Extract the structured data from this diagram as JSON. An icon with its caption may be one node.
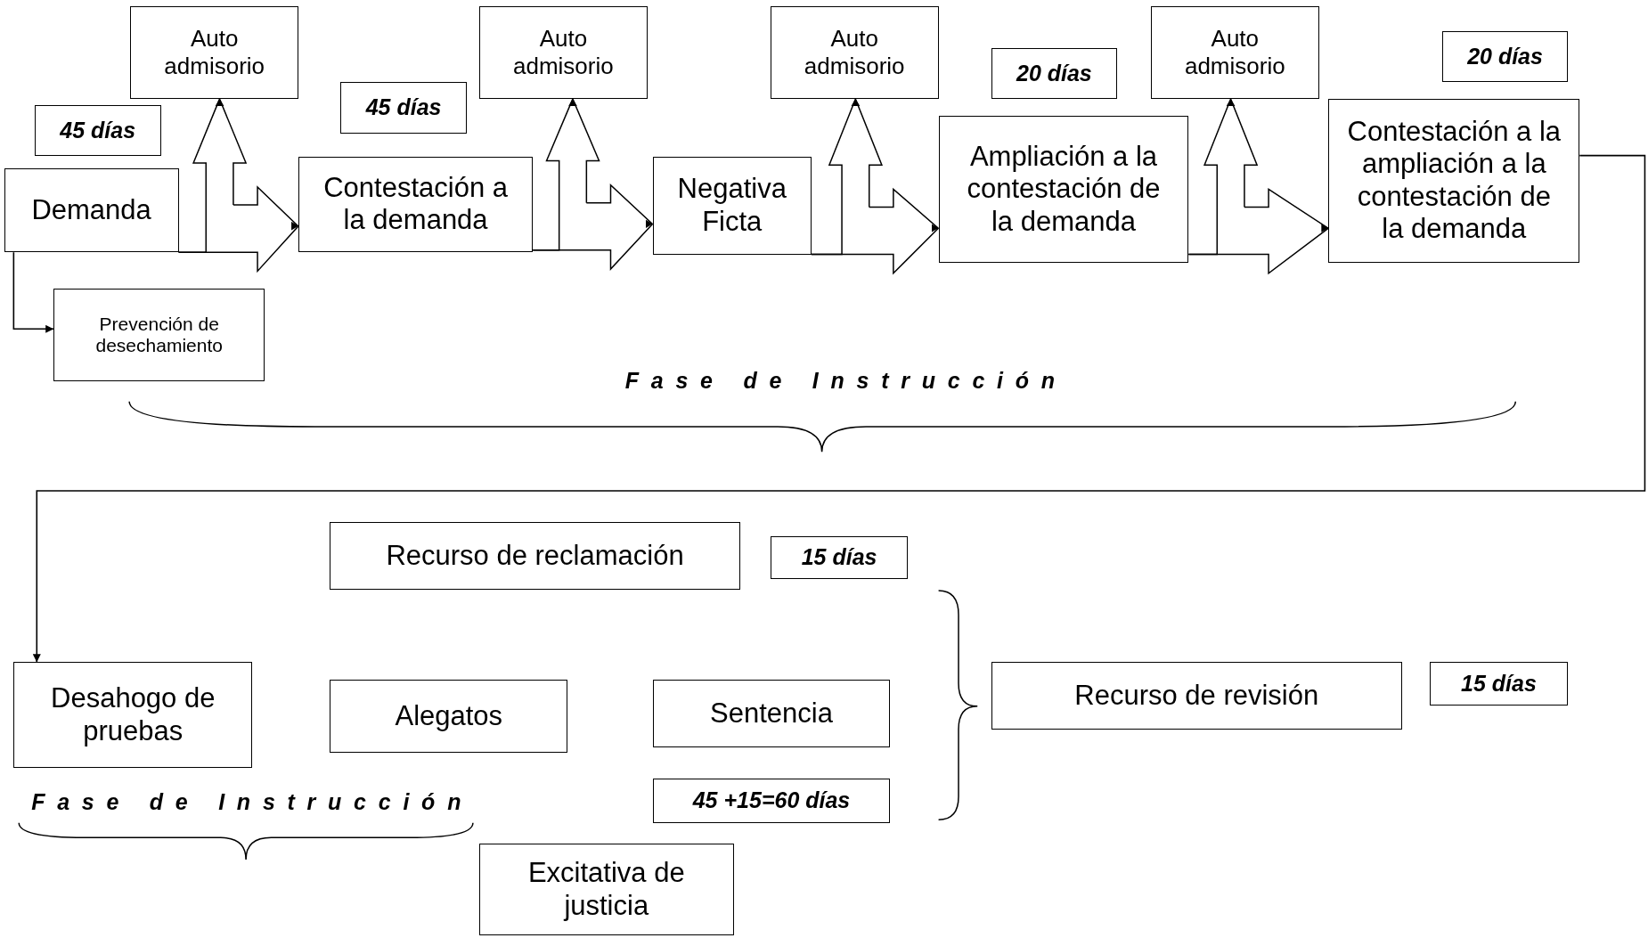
{
  "diagram": {
    "nodes": [
      {
        "text": [
          "45 días"
        ]
      },
      {
        "text": [
          "Demanda"
        ]
      },
      {
        "text": [
          "Auto admisorio"
        ]
      },
      {
        "text": [
          "45 días"
        ]
      },
      {
        "text": [
          "Contestación a la demanda"
        ]
      },
      {
        "text": [
          "Auto admisorio"
        ]
      },
      {
        "text": [
          "Negativa Ficta"
        ]
      },
      {
        "text": [
          "Auto admisorio"
        ]
      },
      {
        "text": [
          "20 días"
        ]
      },
      {
        "text": [
          "Ampliación a la contestación de la demanda"
        ]
      },
      {
        "text": [
          "Auto admisorio"
        ]
      },
      {
        "text": [
          "20 días"
        ]
      },
      {
        "text": [
          "Contestación a la ampliación a la contestación de la demanda"
        ]
      },
      {
        "text": [
          "Prevención de desechamiento"
        ]
      },
      {
        "text": [
          "Recurso de reclamación"
        ]
      },
      {
        "text": [
          "15 días"
        ]
      },
      {
        "text": [
          "Desahogo de pruebas"
        ]
      },
      {
        "text": [
          "Alegatos"
        ]
      },
      {
        "text": [
          "Sentencia"
        ]
      },
      {
        "text": [
          "45 +15=60 días"
        ]
      },
      {
        "text": [
          "Recurso de revisión"
        ]
      },
      {
        "text": [
          "15 días"
        ]
      },
      {
        "text": [
          "Excitativa de justicia"
        ]
      }
    ],
    "edges": [
      {
        "from": 1,
        "to": 2,
        "arrow": "to"
      },
      {
        "from": 1,
        "to": 4,
        "arrow": "to"
      },
      {
        "from": 4,
        "to": 5,
        "arrow": "to"
      },
      {
        "from": 4,
        "to": 6,
        "arrow": "to"
      },
      {
        "from": 6,
        "to": 7,
        "arrow": "to"
      },
      {
        "from": 6,
        "to": 9,
        "arrow": "to"
      },
      {
        "from": 9,
        "to": 10,
        "arrow": "to"
      },
      {
        "from": 9,
        "to": 12,
        "arrow": "to"
      },
      {
        "from": 1,
        "to": 13,
        "arrow": "to"
      },
      {
        "from": 12,
        "to": 16,
        "arrow": "to"
      }
    ],
    "labels": [
      "Fase de Instrucción",
      "Fase de Instrucción"
    ]
  }
}
